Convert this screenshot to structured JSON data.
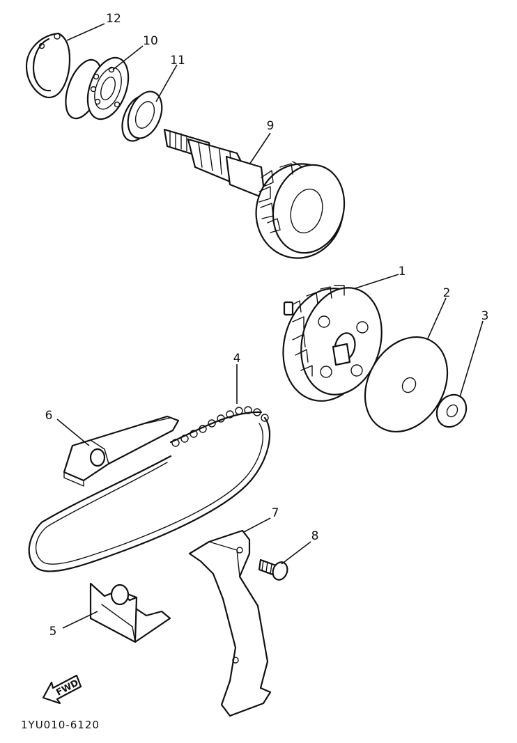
{
  "callouts": {
    "c1": "1",
    "c2": "2",
    "c3": "3",
    "c4": "4",
    "c5": "5",
    "c6": "6",
    "c7": "7",
    "c8": "8",
    "c9": "9",
    "c10": "10",
    "c11": "11",
    "c12": "12"
  },
  "fwd_label": "FWD",
  "diagram_code": "1YU010-6120"
}
